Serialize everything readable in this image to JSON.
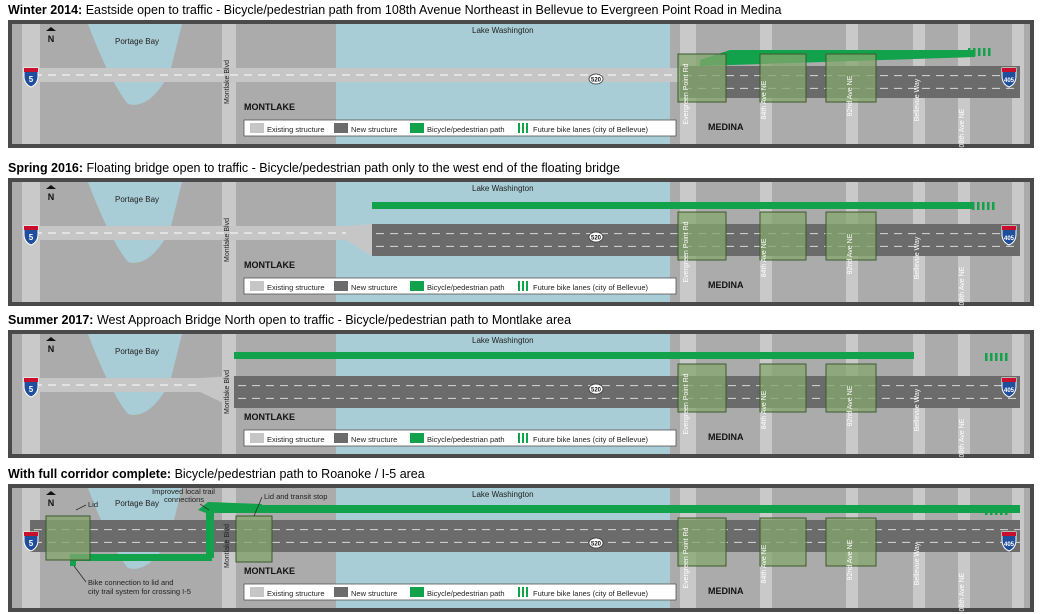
{
  "panels": [
    {
      "heading": "Winter 2014:",
      "desc": " Eastside open to traffic - Bicycle/pedestrian path from 108th Avenue Northeast in Bellevue to Evergreen Point Road in Medina",
      "stage": 1
    },
    {
      "heading": "Spring 2016:",
      "desc": " Floating bridge open to traffic - Bicycle/pedestrian path only to the west end of the floating bridge",
      "stage": 2
    },
    {
      "heading": "Summer 2017:",
      "desc": " West Approach Bridge North open to traffic - Bicycle/pedestrian path to Montlake area",
      "stage": 3
    },
    {
      "heading": "With full corridor complete:",
      "desc": " Bicycle/pedestrian path to Roanoke / I-5 area",
      "stage": 4
    }
  ],
  "labels": {
    "north": "N",
    "portage_bay": "Portage Bay",
    "lake_washington": "Lake Washington",
    "montlake_blvd": "Montlake Blvd",
    "montlake": "MONTLAKE",
    "medina": "MEDINA",
    "evergreen": "Evergreen Point Rd",
    "ave84": "84th Ave NE",
    "ave92": "92nd Ave NE",
    "bellevue_way": "Bellevue Way",
    "ave108": "108th Ave NE",
    "i5": "5",
    "i405": "405",
    "sr520": "520"
  },
  "legend": {
    "existing": "Existing structure",
    "new": "New structure",
    "bike": "Bicycle/pedestrian path",
    "future": "Future bike lanes (city of Bellevue)"
  },
  "callouts": {
    "lid": "Lid",
    "local_trail_1": "Improved local trail",
    "local_trail_2": "connections",
    "lid_transit": "Lid and transit stop",
    "bike_conn_1": "Bike connection to lid and",
    "bike_conn_2": "city trail system for crossing I-5"
  },
  "colors": {
    "frame": "#4a4a4a",
    "land": "#ababab",
    "water": "#a9cdd6",
    "existing": "#c6c6c6",
    "new": "#6b6b6b",
    "bike": "#12a24c",
    "lid": "#86a66e",
    "street": "#c9c9c9"
  }
}
